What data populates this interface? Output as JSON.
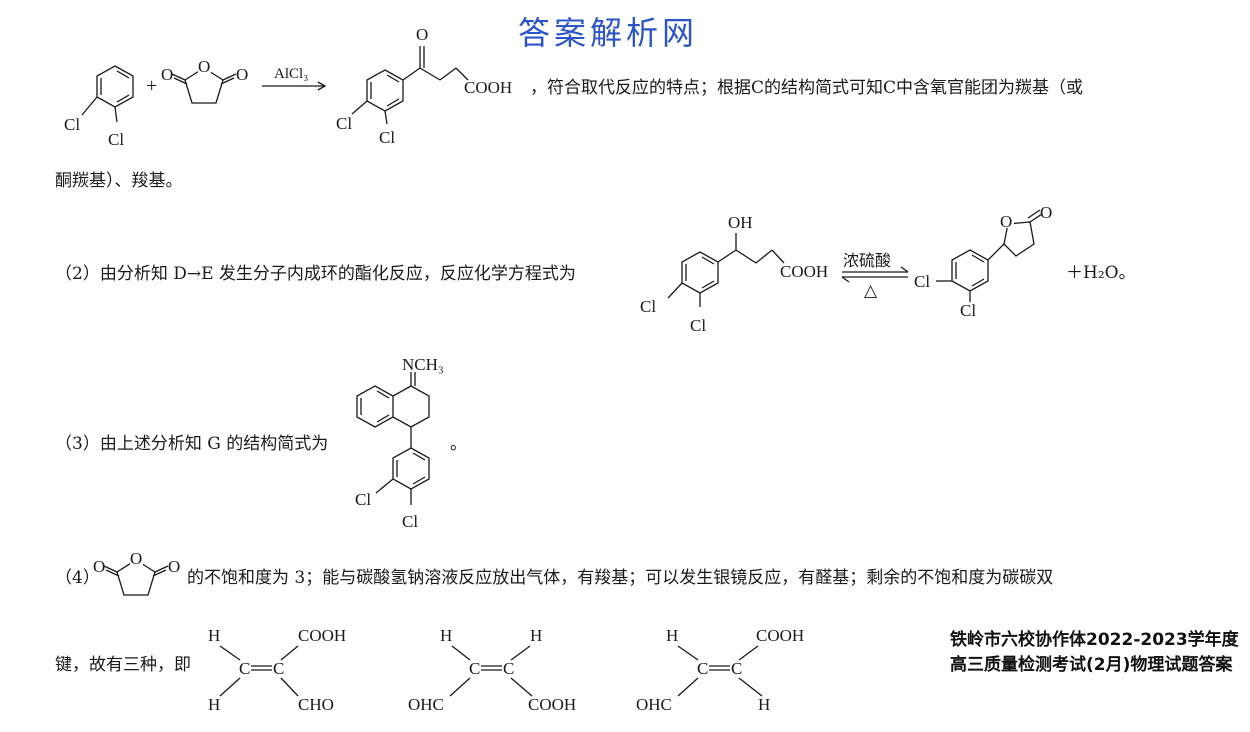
{
  "watermark": "答案解析网",
  "side_caption": "铁岭市六校协作体2022-2023学年度高三质量检测考试(2月)物理试题答案",
  "q1": {
    "tail_text": "，符合取代反应的特点；根据C的结构简式可知C中含氧官能团为羰基（或",
    "cont_text": "酮羰基）、羧基。",
    "reagent": "AlCl₃",
    "plus": "+",
    "labels": {
      "cl": "Cl",
      "o": "O",
      "cooh": "COOH"
    }
  },
  "q2": {
    "text": "（2）由分析知 D→E 发生分子内成环的酯化反应，反应化学方程式为",
    "condition_top": "浓硫酸",
    "condition_bottom": "△",
    "product_tail": "＋H₂O。",
    "labels": {
      "oh": "OH",
      "cooh": "COOH",
      "cl": "Cl",
      "o": "O"
    }
  },
  "q3": {
    "text": "（3）由上述分析知 G 的结构简式为",
    "end": "。",
    "labels": {
      "nch3": "NCH₃",
      "cl": "Cl"
    }
  },
  "q4": {
    "prefix": "（4）",
    "text": "的不饱和度为 3；能与碳酸氢钠溶液反应放出气体，有羧基；可以发生银镜反应，有醛基；剩余的不饱和度为碳碳双",
    "text2": "键，故有三种，即",
    "labels": {
      "o": "O"
    },
    "isomers": [
      {
        "tl": "H",
        "tr": "COOH",
        "bl": "H",
        "br": "CHO"
      },
      {
        "tl": "H",
        "tr": "H",
        "bl": "OHC",
        "br": "COOH"
      },
      {
        "tl": "H",
        "tr": "COOH",
        "bl": "OHC",
        "br": "H"
      }
    ],
    "c_label": "C",
    "double_bond": "═"
  }
}
